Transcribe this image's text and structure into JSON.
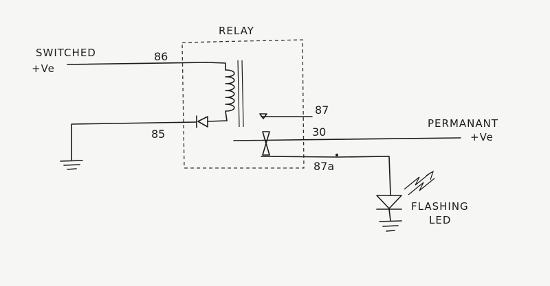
{
  "labels": {
    "relay": "RELAY",
    "switched_line1": "SWITCHED",
    "switched_line2": "+Ve",
    "permanent_line1": "PERMANANT",
    "permanent_line2": "+Ve",
    "led_line1": "FLASHING",
    "led_line2": "LED"
  },
  "pins": {
    "p86": "86",
    "p85": "85",
    "p87": "87",
    "p30": "30",
    "p87a": "87a"
  },
  "colors": {
    "ink": "#1a1a1a",
    "paper": "#f6f6f4"
  }
}
